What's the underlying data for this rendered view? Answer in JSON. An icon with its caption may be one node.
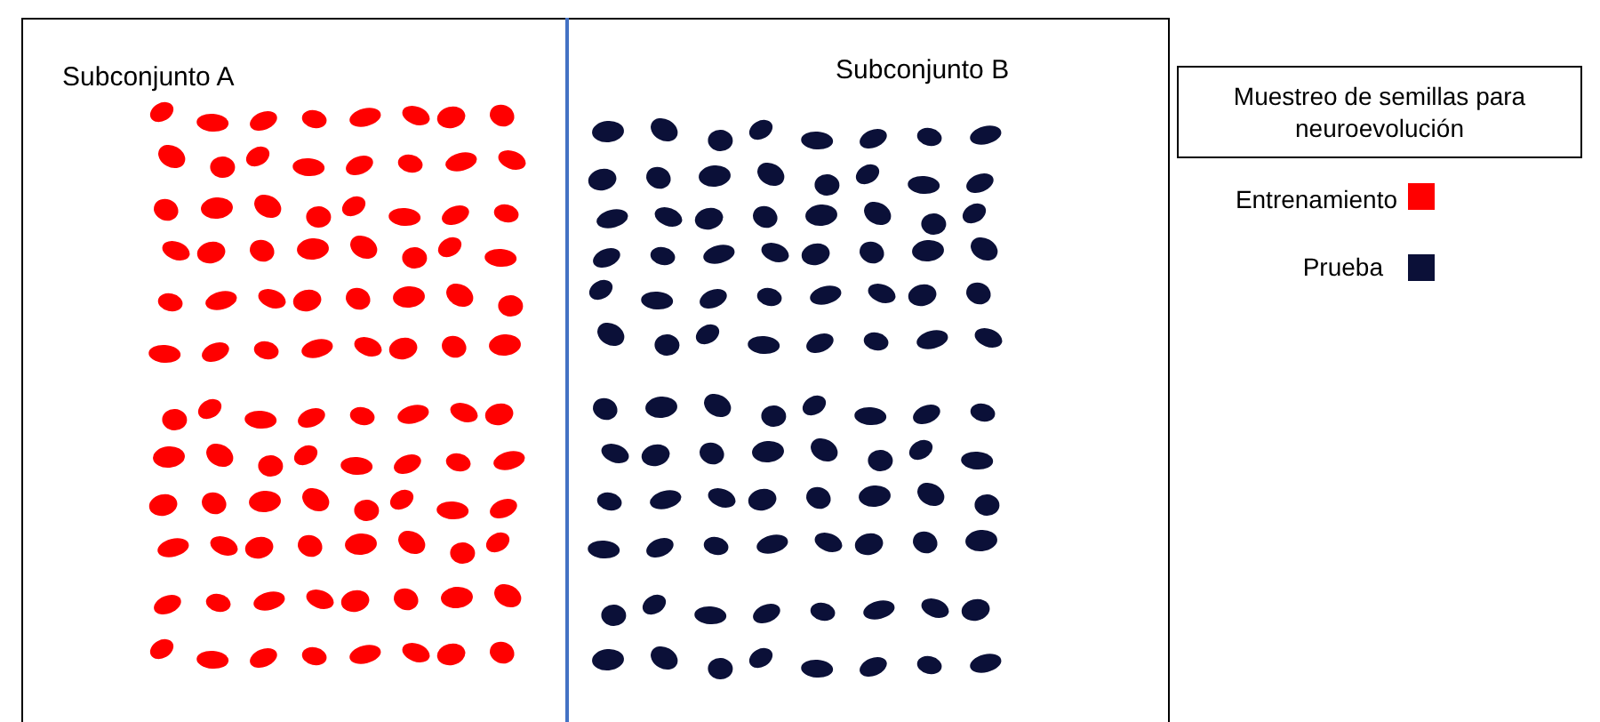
{
  "diagram": {
    "title": "Muestreo de semillas para neuroevolución",
    "nodes": [
      {
        "text": [
          "Subconjunto A"
        ]
      },
      {
        "text": [
          "Subconjunto B"
        ]
      }
    ],
    "legend": [
      {
        "text": "Entrenamiento",
        "color": "#ff0000"
      },
      {
        "text": "Prueba",
        "color": "#0b1038"
      }
    ]
  }
}
